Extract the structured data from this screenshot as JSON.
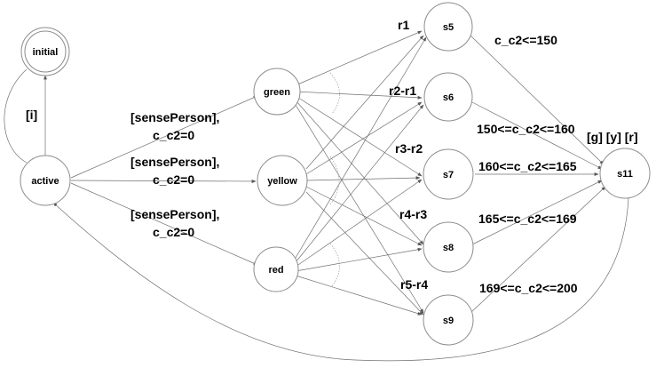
{
  "nodes": {
    "initial": "initial",
    "active": "active",
    "green": "green",
    "yellow": "yellow",
    "red": "red",
    "s5": "s5",
    "s6": "s6",
    "s7": "s7",
    "s8": "s8",
    "s9": "s9",
    "s11": "s11"
  },
  "edge_labels": {
    "active_to_initial": "[i]",
    "active_to_green_1": "[sensePerson],",
    "active_to_green_2": "c_c2=0",
    "active_to_yellow_1": "[sensePerson],",
    "active_to_yellow_2": "c_c2=0",
    "active_to_red_1": "[sensePerson],",
    "active_to_red_2": "c_c2=0",
    "to_s5": "r1",
    "to_s6": "r2-r1",
    "to_s7": "r3-r2",
    "to_s8": "r4-r3",
    "to_s9": "r5-r4",
    "s5_to_s11": "c_c2<=150",
    "s6_to_s11": "150<=c_c2<=160",
    "s7_to_s11": "160<=c_c2<=165",
    "s8_to_s11": "165<=c_c2<=169",
    "s9_to_s11": "169<=c_c2<=200",
    "s11_outputs": "[g] [y] [r]"
  }
}
